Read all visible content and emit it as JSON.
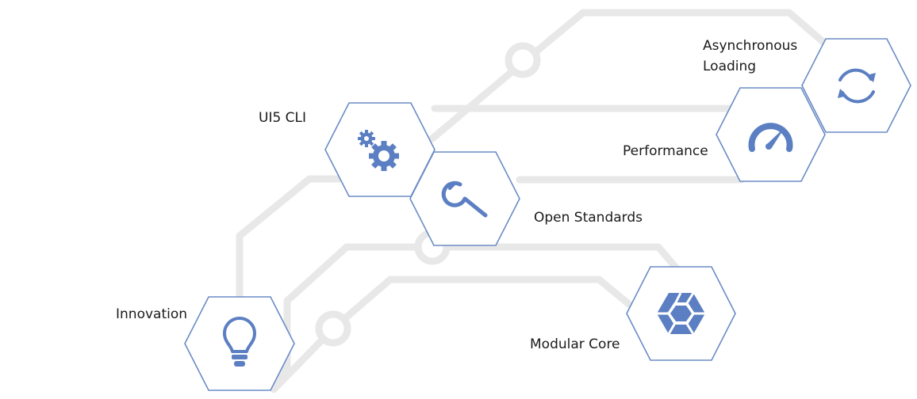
{
  "diagram": {
    "nodes": [
      {
        "id": "ui5-cli",
        "label": "UI5 CLI",
        "icon": "gears-icon"
      },
      {
        "id": "open-standards",
        "label": "Open Standards",
        "icon": "wrench-icon"
      },
      {
        "id": "async-loading",
        "label_line1": "Asynchronous",
        "label_line2": "Loading",
        "icon": "refresh-icon"
      },
      {
        "id": "performance",
        "label": "Performance",
        "icon": "speedometer-icon"
      },
      {
        "id": "innovation",
        "label": "Innovation",
        "icon": "lightbulb-icon"
      },
      {
        "id": "modular-core",
        "label": "Modular Core",
        "icon": "modular-core-icon"
      }
    ],
    "colors": {
      "hex_border": "#6a8bc5",
      "icon": "#5b7fc2",
      "track": "#e8e8e8",
      "text": "#1a1a1a"
    }
  }
}
